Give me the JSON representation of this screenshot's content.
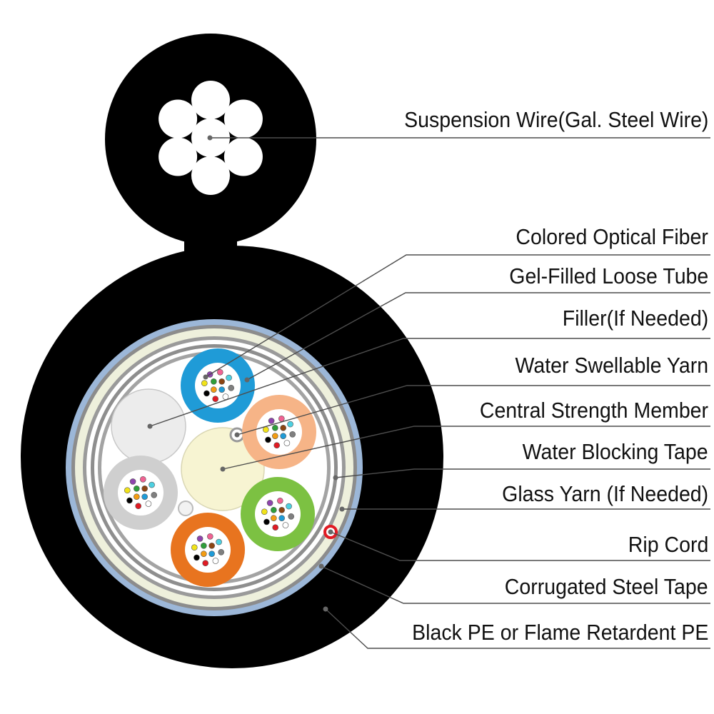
{
  "labels": {
    "suspension_wire": "Suspension Wire(Gal. Steel Wire)",
    "colored_optical_fiber": "Colored Optical Fiber",
    "gel_filled_loose_tube": "Gel-Filled Loose Tube",
    "filler": "Filler(If Needed)",
    "water_swellable_yarn": "Water Swellable Yarn",
    "central_strength_member": "Central Strength Member",
    "water_blocking_tape": "Water Blocking Tape",
    "glass_yarn": "Glass Yarn (If Needed)",
    "rip_cord": "Rip Cord",
    "corrugated_steel_tape": "Corrugated Steel Tape",
    "black_pe": "Black PE or Flame Retardent PE"
  },
  "colors": {
    "sheath": "#000000",
    "tube_blue": "#1f9bd7",
    "tube_peach": "#f6b487",
    "tube_gray": "#cfcfcf",
    "tube_orange": "#e8741f",
    "tube_green": "#7cc142",
    "filler": "#ececec",
    "central_member": "#f7f4d2",
    "tape_blue": "#9cb7d8",
    "tape_cream": "#eef0dc",
    "rip_cord": "#e01b24",
    "leader_line": "#4d4d4d"
  }
}
